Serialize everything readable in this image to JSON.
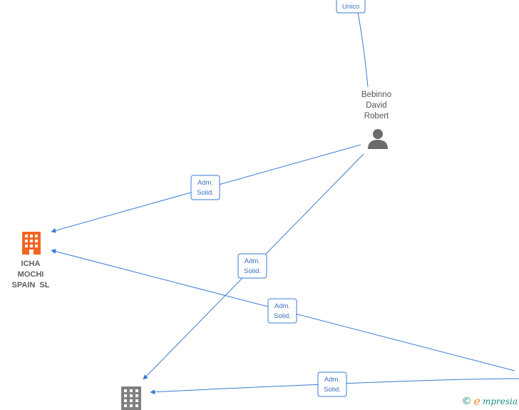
{
  "colors": {
    "edge": "#3a7bd5",
    "badge_text": "#3a6fc0",
    "company_highlight": "#f26522",
    "company_default": "#808080",
    "person": "#6b6b6b",
    "label": "#555555"
  },
  "nodes": {
    "person": {
      "name_lines": [
        "Bebinno",
        "David",
        "Robert"
      ],
      "icon": "person-icon"
    },
    "company_main": {
      "name_lines": [
        "ICHA",
        "MOCHI",
        "SPAIN  SL"
      ],
      "icon": "building-icon"
    },
    "company_other": {
      "icon": "building-icon"
    }
  },
  "edges": [
    {
      "id": "unico",
      "label_lines": [
        "Unico"
      ]
    },
    {
      "id": "person_to_icha",
      "label_lines": [
        "Adm.",
        "Solid."
      ]
    },
    {
      "id": "person_to_other",
      "label_lines": [
        "Adm.",
        "Solid."
      ]
    },
    {
      "id": "right_to_icha",
      "label_lines": [
        "Adm.",
        "Solid."
      ]
    },
    {
      "id": "right_to_other",
      "label_lines": [
        "Adm.",
        "Solid."
      ]
    }
  ],
  "watermark": {
    "copyright": "©",
    "brand_initial": "e",
    "brand_rest": "mpresia"
  }
}
